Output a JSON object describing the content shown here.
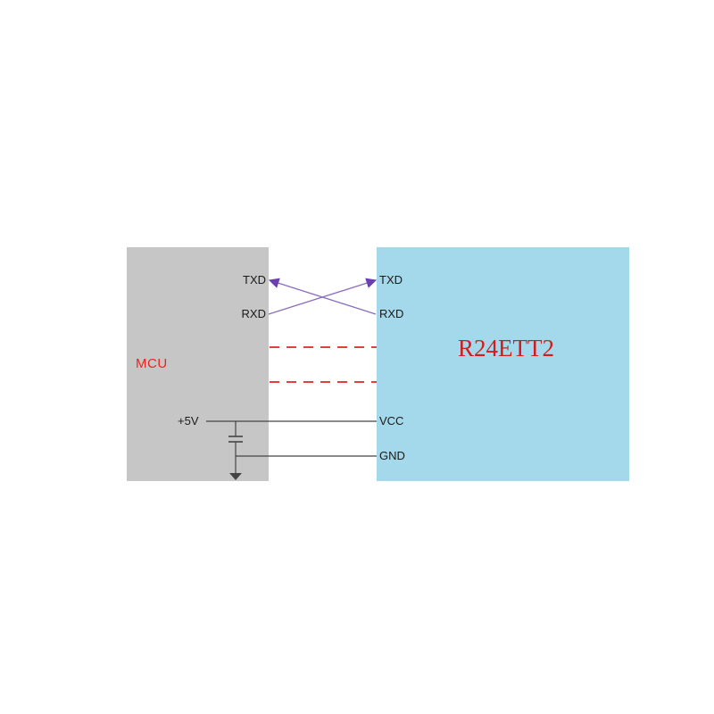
{
  "mcu": {
    "label": "MCU",
    "pins": {
      "txd": "TXD",
      "rxd": "RXD"
    }
  },
  "module": {
    "label": "R24ETT2",
    "pins": {
      "txd": "TXD",
      "rxd": "RXD",
      "vcc": "VCC",
      "gnd": "GND"
    }
  },
  "power": {
    "label": "+5V"
  },
  "colors": {
    "mcu_fill": "#c6c6c6",
    "module_fill": "#a3d9ea",
    "block_label": "#ee2222",
    "crossover_wire": "#7a4fb0",
    "dashed_link": "#e04040",
    "power_wire": "#444444"
  }
}
